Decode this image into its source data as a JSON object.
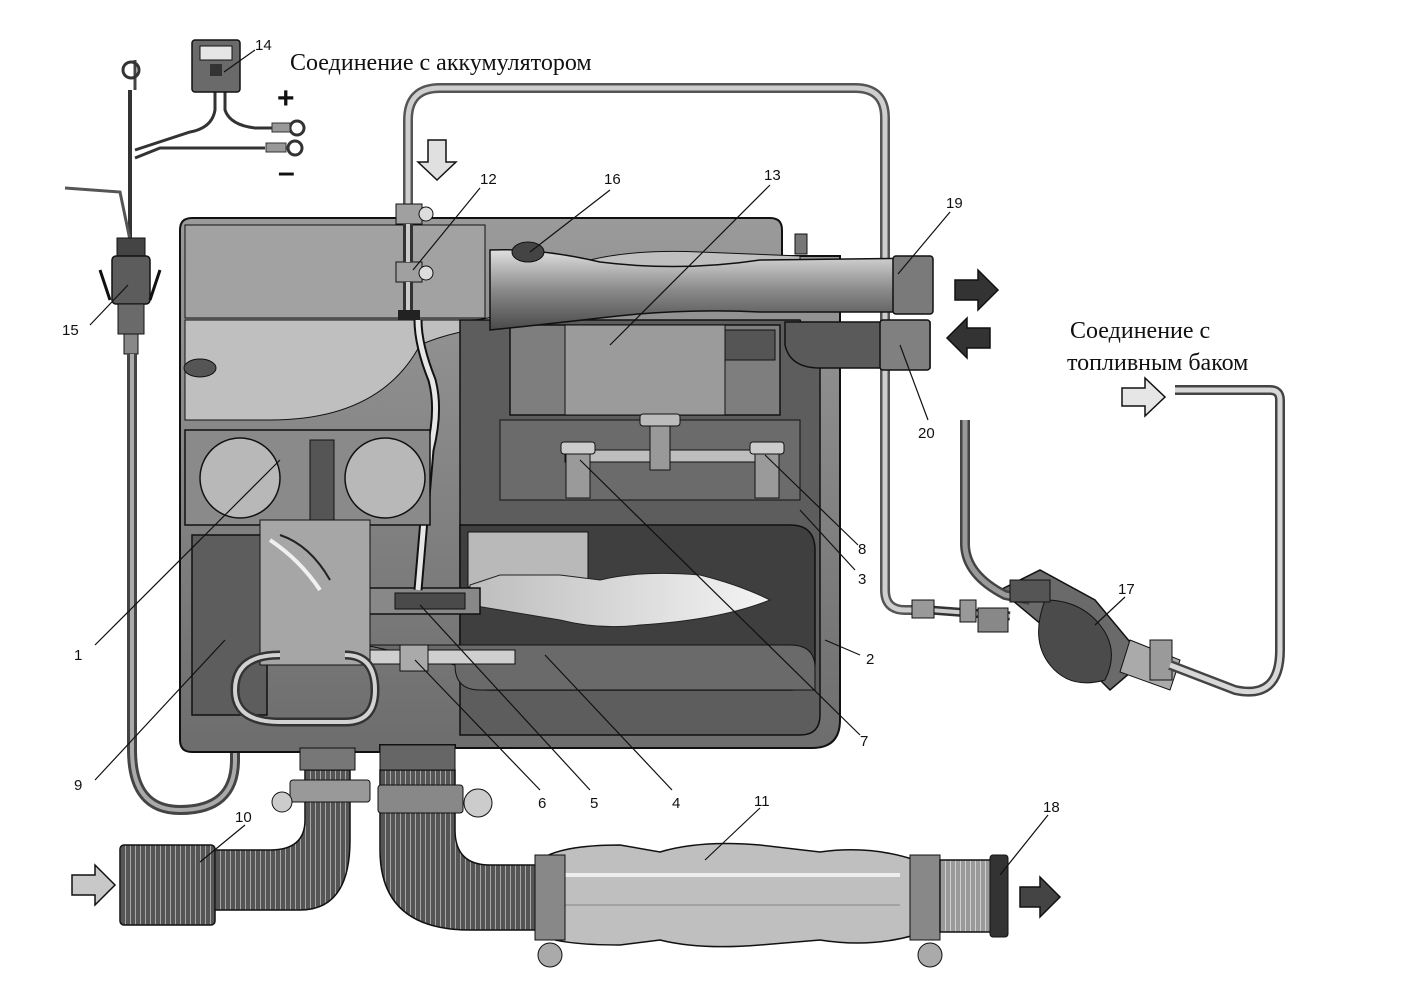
{
  "captions": {
    "battery": "Соединение с аккумулятором",
    "tank_line1": "Соединение с",
    "tank_line2": "топливным баком",
    "plus": "+",
    "minus": "–"
  },
  "callouts": [
    "1",
    "2",
    "3",
    "4",
    "5",
    "6",
    "7",
    "8",
    "9",
    "10",
    "11",
    "12",
    "13",
    "14",
    "15",
    "16",
    "17",
    "18",
    "19",
    "20"
  ],
  "colors": {
    "body_dark": "#5a5a5a",
    "body_mid": "#8c8c8c",
    "body_light": "#c8c8c8",
    "outline": "#111111",
    "arrow_dark": "#333333",
    "arrow_light": "#d8d8d8"
  }
}
